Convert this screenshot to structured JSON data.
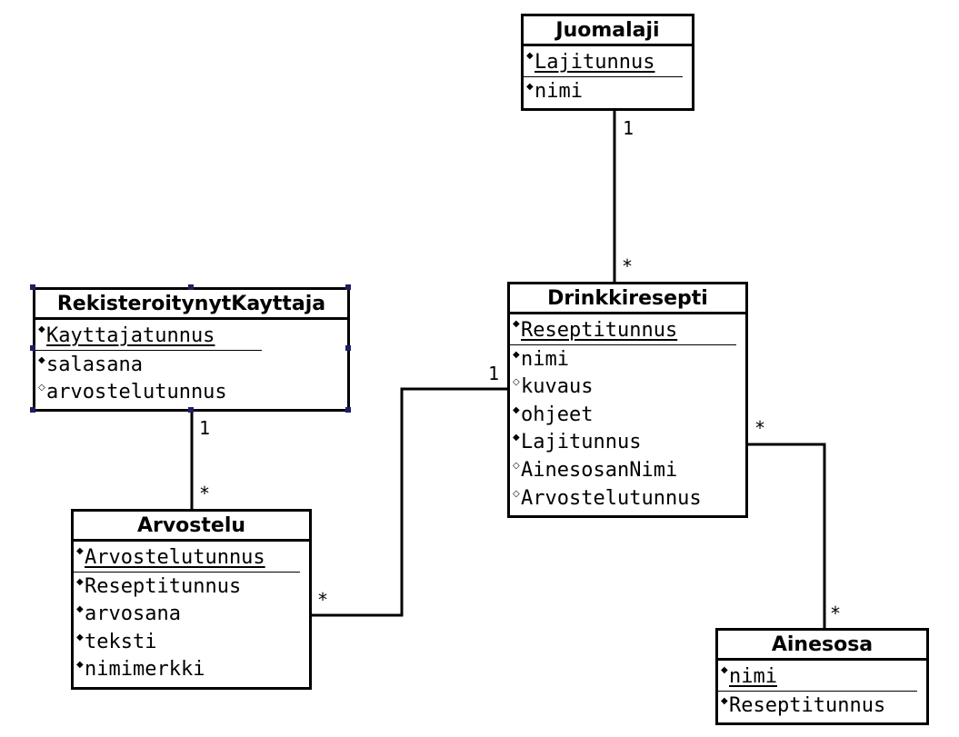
{
  "entities": {
    "juomalaji": {
      "name": "Juomalaji",
      "attributes": [
        {
          "text": "Lajitunnus",
          "pk": true,
          "marker": "◆"
        },
        {
          "text": "nimi",
          "pk": false,
          "marker": "◆"
        }
      ]
    },
    "drinkkiresepti": {
      "name": "Drinkkiresepti",
      "attributes": [
        {
          "text": "Reseptitunnus",
          "pk": true,
          "marker": "◆"
        },
        {
          "text": "nimi",
          "pk": false,
          "marker": "◆"
        },
        {
          "text": "kuvaus",
          "pk": false,
          "marker": "◇"
        },
        {
          "text": "ohjeet",
          "pk": false,
          "marker": "◆"
        },
        {
          "text": "Lajitunnus",
          "pk": false,
          "marker": "◆"
        },
        {
          "text": "AinesosanNimi",
          "pk": false,
          "marker": "◇"
        },
        {
          "text": "Arvostelutunnus",
          "pk": false,
          "marker": "◇"
        }
      ]
    },
    "kayttaja": {
      "name": "RekisteroitynytKayttaja",
      "attributes": [
        {
          "text": "Kayttajatunnus",
          "pk": true,
          "marker": "◆"
        },
        {
          "text": "salasana",
          "pk": false,
          "marker": "◆"
        },
        {
          "text": "arvostelutunnus",
          "pk": false,
          "marker": "◇"
        }
      ]
    },
    "arvostelu": {
      "name": "Arvostelu",
      "attributes": [
        {
          "text": "Arvostelutunnus",
          "pk": true,
          "marker": "◆"
        },
        {
          "text": "Reseptitunnus",
          "pk": false,
          "marker": "◆"
        },
        {
          "text": "arvosana",
          "pk": false,
          "marker": "◆"
        },
        {
          "text": "teksti",
          "pk": false,
          "marker": "◆"
        },
        {
          "text": "nimimerkki",
          "pk": false,
          "marker": "◆"
        }
      ]
    },
    "ainesosa": {
      "name": "Ainesosa",
      "attributes": [
        {
          "text": "nimi",
          "pk": true,
          "marker": "◆"
        },
        {
          "text": "Reseptitunnus",
          "pk": false,
          "marker": "◆"
        }
      ]
    }
  },
  "relations": [
    {
      "from": "Juomalaji",
      "to": "Drinkkiresepti",
      "from_mult": "1",
      "to_mult": "*"
    },
    {
      "from": "RekisteroitynytKayttaja",
      "to": "Arvostelu",
      "from_mult": "1",
      "to_mult": "*"
    },
    {
      "from": "Drinkkiresepti",
      "to": "Arvostelu",
      "from_mult": "1",
      "to_mult": "*"
    },
    {
      "from": "Drinkkiresepti",
      "to": "Ainesosa",
      "from_mult": "*",
      "to_mult": "*"
    }
  ]
}
